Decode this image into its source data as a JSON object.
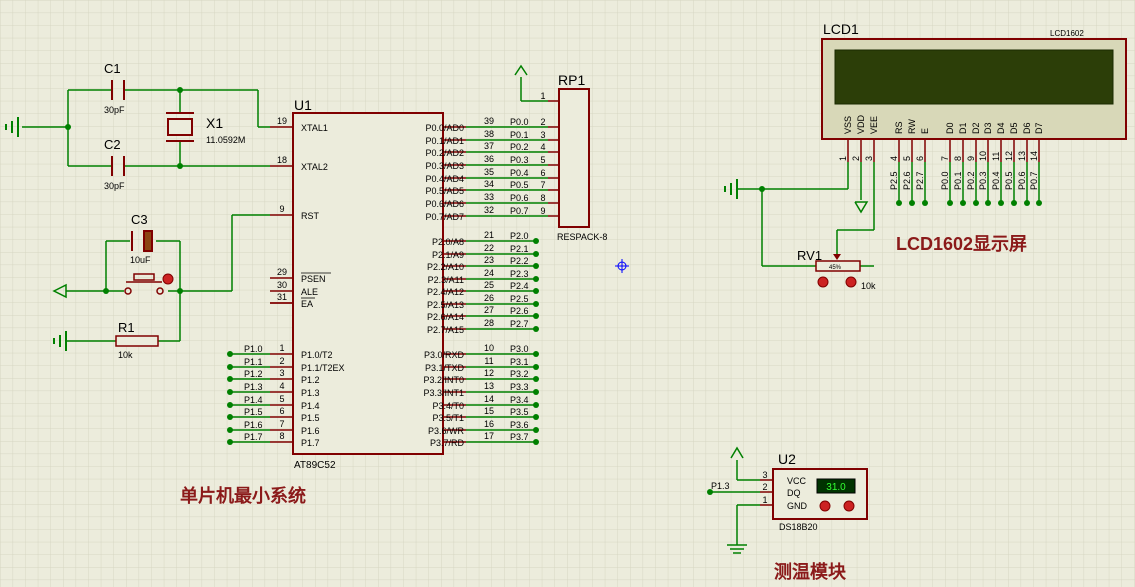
{
  "u1": {
    "ref": "U1",
    "part": "AT89C52",
    "left_pins": [
      {
        "num": "19",
        "name": "XTAL1"
      },
      {
        "num": "18",
        "name": "XTAL2"
      },
      {
        "num": "9",
        "name": "RST"
      },
      {
        "num": "29",
        "name": "PSEN"
      },
      {
        "num": "30",
        "name": "ALE"
      },
      {
        "num": "31",
        "name": "EA"
      },
      {
        "num": "1",
        "name": "P1.0/T2"
      },
      {
        "num": "2",
        "name": "P1.1/T2EX"
      },
      {
        "num": "3",
        "name": "P1.2"
      },
      {
        "num": "4",
        "name": "P1.3"
      },
      {
        "num": "5",
        "name": "P1.4"
      },
      {
        "num": "6",
        "name": "P1.5"
      },
      {
        "num": "7",
        "name": "P1.6"
      },
      {
        "num": "8",
        "name": "P1.7"
      }
    ],
    "right_pins": [
      {
        "num": "39",
        "name": "P0.0/AD0"
      },
      {
        "num": "38",
        "name": "P0.1/AD1"
      },
      {
        "num": "37",
        "name": "P0.2/AD2"
      },
      {
        "num": "36",
        "name": "P0.3/AD3"
      },
      {
        "num": "35",
        "name": "P0.4/AD4"
      },
      {
        "num": "34",
        "name": "P0.5/AD5"
      },
      {
        "num": "33",
        "name": "P0.6/AD6"
      },
      {
        "num": "32",
        "name": "P0.7/AD7"
      },
      {
        "num": "21",
        "name": "P2.0/A8"
      },
      {
        "num": "22",
        "name": "P2.1/A9"
      },
      {
        "num": "23",
        "name": "P2.2/A10"
      },
      {
        "num": "24",
        "name": "P2.3/A11"
      },
      {
        "num": "25",
        "name": "P2.4/A12"
      },
      {
        "num": "26",
        "name": "P2.5/A13"
      },
      {
        "num": "27",
        "name": "P2.6/A14"
      },
      {
        "num": "28",
        "name": "P2.7/A15"
      },
      {
        "num": "10",
        "name": "P3.0/RXD"
      },
      {
        "num": "11",
        "name": "P3.1/TXD"
      },
      {
        "num": "12",
        "name": "P3.2/INT0"
      },
      {
        "num": "13",
        "name": "P3.3/INT1"
      },
      {
        "num": "14",
        "name": "P3.4/T0"
      },
      {
        "num": "15",
        "name": "P3.5/T1"
      },
      {
        "num": "16",
        "name": "P3.6/WR"
      },
      {
        "num": "17",
        "name": "P3.7/RD"
      }
    ]
  },
  "p0_labels": [
    "P0.0",
    "P0.1",
    "P0.2",
    "P0.3",
    "P0.4",
    "P0.5",
    "P0.6",
    "P0.7"
  ],
  "p2_labels": [
    "P2.0",
    "P2.1",
    "P2.2",
    "P2.3",
    "P2.4",
    "P2.5",
    "P2.6",
    "P2.7"
  ],
  "p3_labels": [
    "P3.0",
    "P3.1",
    "P3.2",
    "P3.3",
    "P3.4",
    "P3.5",
    "P3.6",
    "P3.7"
  ],
  "p1_labels": [
    "P1.0",
    "P1.1",
    "P1.2",
    "P1.3",
    "P1.4",
    "P1.5",
    "P1.6",
    "P1.7"
  ],
  "rp1": {
    "ref": "RP1",
    "part": "RESPACK-8",
    "pins": [
      "1",
      "2",
      "3",
      "4",
      "5",
      "6",
      "7",
      "8",
      "9"
    ]
  },
  "c1": {
    "ref": "C1",
    "value": "30pF"
  },
  "c2": {
    "ref": "C2",
    "value": "30pF"
  },
  "c3": {
    "ref": "C3",
    "value": "10uF"
  },
  "x1": {
    "ref": "X1",
    "value": "11.0592M"
  },
  "r1": {
    "ref": "R1",
    "value": "10k"
  },
  "rv1": {
    "ref": "RV1",
    "value": "10k",
    "wiper": "45%"
  },
  "lcd": {
    "ref": "LCD1",
    "part": "LCD1602",
    "pin_names": [
      "VSS",
      "VDD",
      "VEE",
      "RS",
      "RW",
      "E",
      "D0",
      "D1",
      "D2",
      "D3",
      "D4",
      "D5",
      "D6",
      "D7"
    ],
    "pin_nums": [
      "1",
      "2",
      "3",
      "4",
      "5",
      "6",
      "7",
      "8",
      "9",
      "10",
      "11",
      "12",
      "13",
      "14"
    ],
    "net_labels": [
      "P2.5",
      "P2.6",
      "P2.7",
      "P0.0",
      "P0.1",
      "P0.2",
      "P0.3",
      "P0.4",
      "P0.5",
      "P0.6",
      "P0.7"
    ]
  },
  "u2": {
    "ref": "U2",
    "part": "DS18B20",
    "pins": [
      {
        "num": "3",
        "name": "VCC"
      },
      {
        "num": "2",
        "name": "DQ"
      },
      {
        "num": "1",
        "name": "GND"
      }
    ],
    "reading": "31.0",
    "net": "P1.3"
  },
  "titles": {
    "mcu": "单片机最小系统",
    "lcd": "LCD1602显示屏",
    "temp": "测温模块"
  },
  "colors": {
    "background": "#ECECDC",
    "grid": "#DCDCCA",
    "body_fill": "#ECECDC",
    "component_edge": "#800000",
    "wire": "#008000",
    "lcd_screen": "#2C3E08",
    "title": "#8B1A1A",
    "cursor": "#0000FF"
  }
}
